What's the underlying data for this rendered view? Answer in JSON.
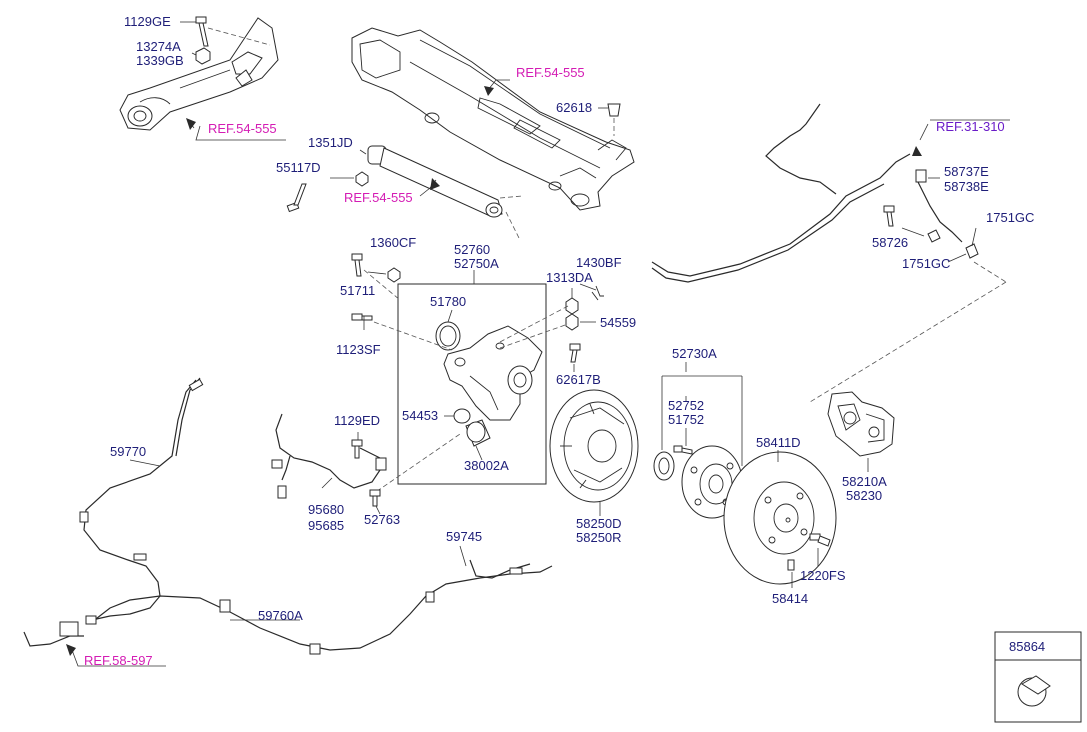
{
  "labels": {
    "p1129GE": "1129GE",
    "p13274A": "13274A",
    "p1339GB": "1339GB",
    "ref_arm": "REF.54-555",
    "ref_sub": "REF.54-555",
    "ref_link": "REF.54-555",
    "p62618": "62618",
    "p1351JD": "1351JD",
    "p55117D": "55117D",
    "ref_brake_line": "REF.31-310",
    "p58737E": "58737E",
    "p58738E": "58738E",
    "p58726": "58726",
    "p1751GC_a": "1751GC",
    "p1751GC_b": "1751GC",
    "p1360CF": "1360CF",
    "p52760": "52760",
    "p52750A": "52750A",
    "p51711": "51711",
    "p51780": "51780",
    "p1430BF": "1430BF",
    "p1313DA": "1313DA",
    "p54559": "54559",
    "p1123SF": "1123SF",
    "p62617B": "62617B",
    "p52730A": "52730A",
    "p54453": "54453",
    "p1129ED": "1129ED",
    "p38002A": "38002A",
    "p52752": "52752",
    "p51752": "51752",
    "p58411D": "58411D",
    "p59770": "59770",
    "p95680": "95680",
    "p95685": "95685",
    "p52763": "52763",
    "p58250D": "58250D",
    "p58250R": "58250R",
    "p58210A": "58210A",
    "p58230": "58230",
    "p59745": "59745",
    "p1220FS": "1220FS",
    "p58414": "58414",
    "p59760A": "59760A",
    "ref_cable": "REF.58-597",
    "p85864": "85864"
  }
}
